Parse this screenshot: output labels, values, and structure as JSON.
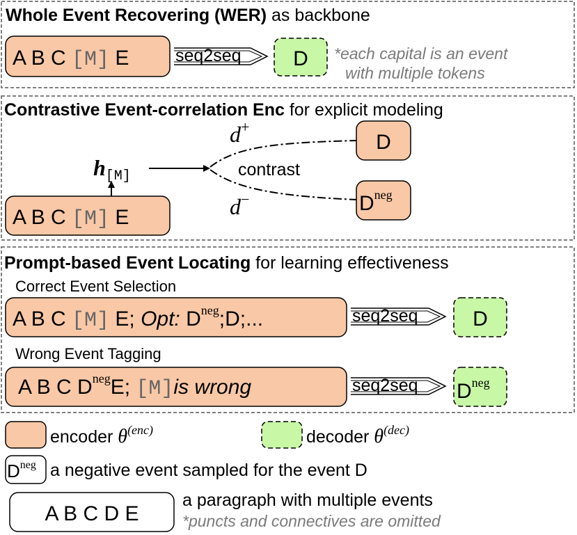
{
  "colors": {
    "encoder": "#f9c8a6",
    "decoder": "#c8f7a6",
    "panel_border": "#555555",
    "note_text": "#7a7a7a"
  },
  "panel1": {
    "title_bold": "Whole Event Recovering (WER)",
    "title_rest": " as backbone",
    "input_prefix": "A B C ",
    "mask": "[M]",
    "input_suffix": " E",
    "arrow_label": "seq2seq",
    "output": "D",
    "note_line1": "*each capital is an event",
    "note_line2": "with multiple tokens"
  },
  "panel2": {
    "title_bold": "Contrastive Event-correlation Enc",
    "title_rest": " for explicit modeling",
    "hidden_h": "h",
    "hidden_sub": "[M]",
    "contrast_label": "contrast",
    "d_plus_base": "d",
    "d_plus_sup": "+",
    "d_minus_base": "d",
    "d_minus_sup": "−",
    "positive_box": "D",
    "negative_box_base": "D",
    "negative_box_sup": "neg",
    "input_prefix": "A B C ",
    "mask": "[M]",
    "input_suffix": " E"
  },
  "panel3": {
    "title_bold": "Prompt-based Event Locating",
    "title_rest": " for learning effectiveness",
    "task1_label": "Correct Event Selection",
    "task1_prefix": "A B C ",
    "task1_mask": "[M]",
    "task1_mid": " E; ",
    "task1_opt": "Opt:",
    "task1_d": " D",
    "task1_sup": "neg",
    "task1_end": ";D;...",
    "task1_arrow": "seq2seq",
    "task1_output": "D",
    "task2_label": "Wrong Event Tagging",
    "task2_prefix": "A B C D",
    "task2_sup": "neg",
    "task2_mid": "E; ",
    "task2_mask": "[M]",
    "task2_wrong": "is wrong",
    "task2_arrow": "seq2seq",
    "task2_output_base": "D",
    "task2_output_sup": "neg"
  },
  "legend": {
    "encoder_label": "encoder ",
    "encoder_theta": "θ",
    "encoder_sup": "(enc)",
    "decoder_label": "decoder ",
    "decoder_theta": "θ",
    "decoder_sup": "(dec)",
    "neg_box_base": "D",
    "neg_box_sup": "neg",
    "neg_desc": "a negative event sampled for the event D",
    "paragraph_box": "A B C D E",
    "paragraph_desc": "a paragraph with multiple events",
    "paragraph_note": "*puncts and connectives are omitted"
  }
}
